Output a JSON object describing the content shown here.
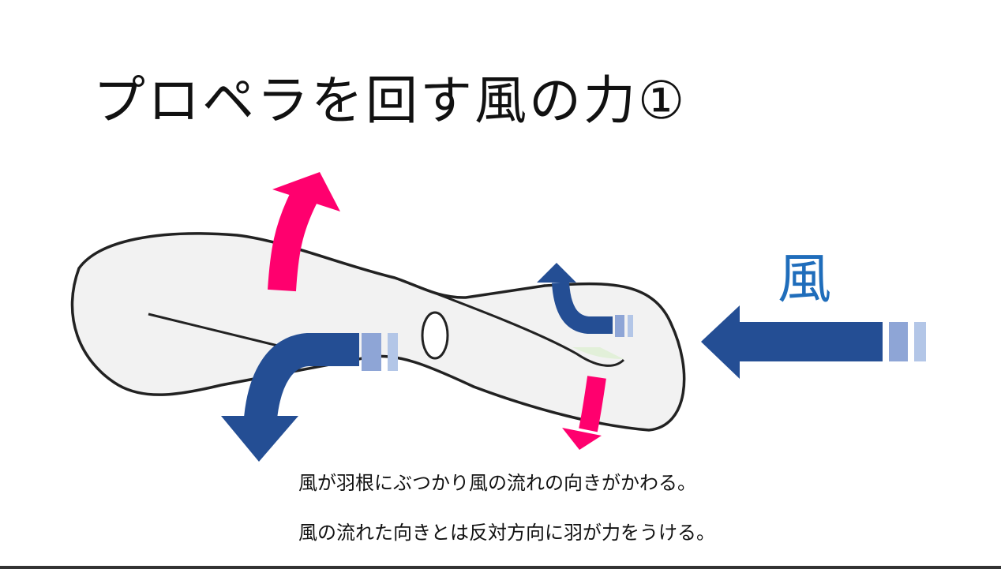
{
  "slide": {
    "title": "プロペラを回す風の力①",
    "wind_label": "風",
    "lines": [
      "風が羽根にぶつかり風の流れの向きがかわる。",
      "風の流れた向きとは反対方向に羽が力をうける。"
    ]
  },
  "colors": {
    "force_arrow": "#ff006e",
    "airflow_arrow": "#244e94",
    "stripe_dark": "#8ea5d6",
    "stripe_light": "#b3c6e7",
    "wind_label": "#1f6dbb"
  }
}
